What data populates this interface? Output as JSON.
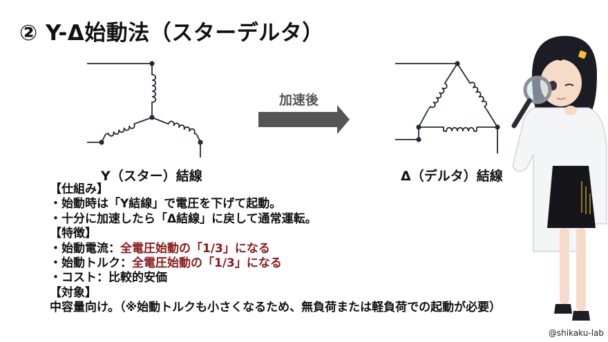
{
  "title": "② Y-Δ始動法（スターデルタ）",
  "diagram": {
    "star_caption": "Y（スター）結線",
    "delta_caption": "Δ（デルタ）結線",
    "arrow_label": "加速後"
  },
  "notes": {
    "mechanism_heading": "【仕組み】",
    "mechanism_1": "・始動時は「Y結線」で電圧を下げて起動。",
    "mechanism_2": "・十分に加速したら「Δ結線」に戻して通常運転。",
    "features_heading": "【特徴】",
    "current_label": "・始動電流：",
    "current_value": "全電圧始動の「1/3」になる",
    "torque_label": "・始動トルク：",
    "torque_value": "全電圧始動の「1/3」になる",
    "cost_label": "・コスト：比較的安価",
    "target_heading": "【対象】",
    "target_text": "中容量向け。（※始動トルクも小さくなるため、無負荷または軽負荷での起動が必要）"
  },
  "watermark": "@shikaku-lab",
  "colors": {
    "line": "#1f2a3a",
    "arrow": "#555555",
    "emphasis": "#8b1a1a"
  }
}
